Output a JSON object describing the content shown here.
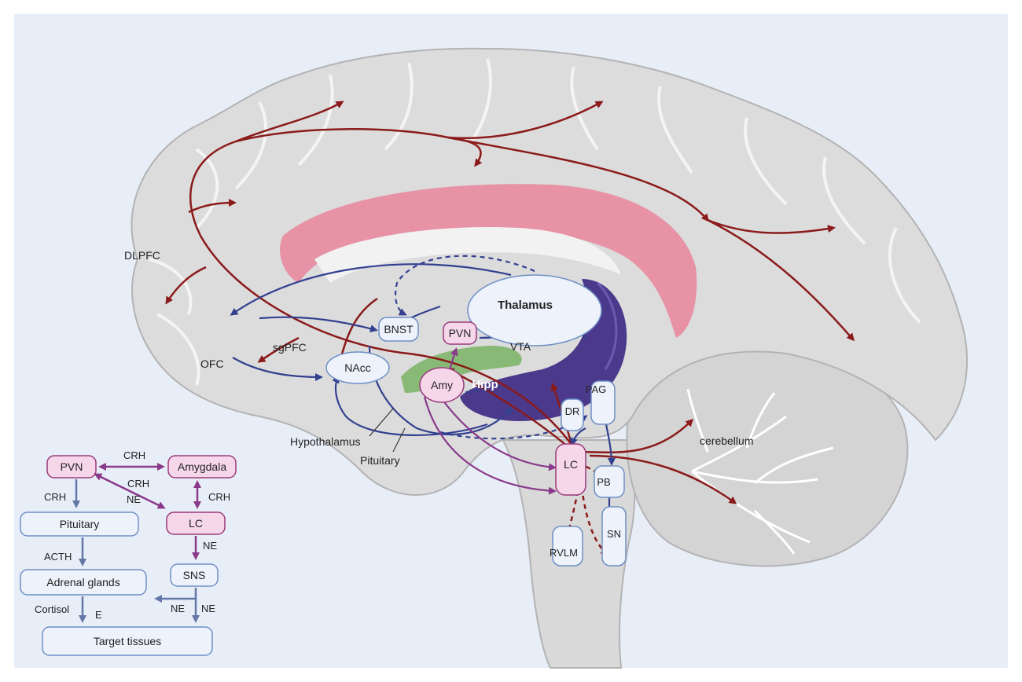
{
  "figure": {
    "regions": {
      "dlpfc": "DLPFC",
      "sgpfc": "sgPFC",
      "ofc": "OFC",
      "nacc": "NAcc",
      "bnst": "BNST",
      "pvn": "PVN",
      "thalamus": "Thalamus",
      "vta": "VTA",
      "amy": "Amy",
      "hipp": "Hipp",
      "pag": "PAG",
      "dr": "DR",
      "lc": "LC",
      "pb": "PB",
      "sn": "SN",
      "rvlm": "RVLM",
      "hypothalamus": "Hypothalamus",
      "pituitary": "Pituitary",
      "cerebellum": "cerebellum"
    },
    "pathway": {
      "pvn": "PVN",
      "amygdala": "Amygdala",
      "lc": "LC",
      "pituitary": "Pituitary",
      "adrenal": "Adrenal glands",
      "sns": "SNS",
      "target": "Target tissues",
      "crh_top": "CRH",
      "crh_mid": "CRH",
      "ne_mid": "NE",
      "crh_left": "CRH",
      "crh_right": "CRH",
      "ne_lc": "NE",
      "acth": "ACTH",
      "cortisol": "Cortisol",
      "e": "E",
      "ne_left": "NE",
      "ne_right": "NE"
    }
  },
  "colors": {
    "panel_bg": "#e8eef8",
    "brain": "#d9d9d9",
    "brain_outline": "#b3b3b3",
    "corpus_callosum": "#e9859b",
    "hippocampus": "#4b3a8c",
    "amygdala_green": "#7fb56a",
    "red_arrow": "#8b1a1a",
    "blue_arrow": "#33408f",
    "purple_arrow": "#8a3a8a",
    "pink_box": "#f6d7ea",
    "light_box": "#edf2fb",
    "box_border": "#6f8fc6",
    "pink_border": "#9a3a7a"
  }
}
